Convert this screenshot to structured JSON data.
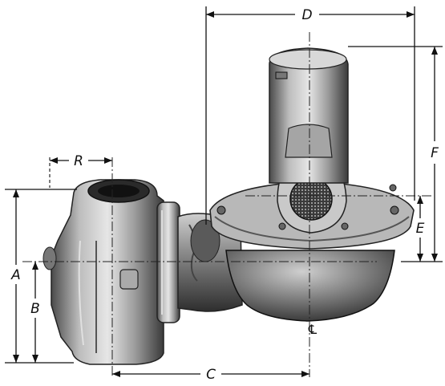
{
  "figure": {
    "subject": "gas-pressure-regulator",
    "dimension_labels": {
      "A": "A",
      "B": "B",
      "C": "C",
      "D": "D",
      "E": "E",
      "F": "F",
      "R": "R",
      "centerline_mark": "℄"
    }
  }
}
